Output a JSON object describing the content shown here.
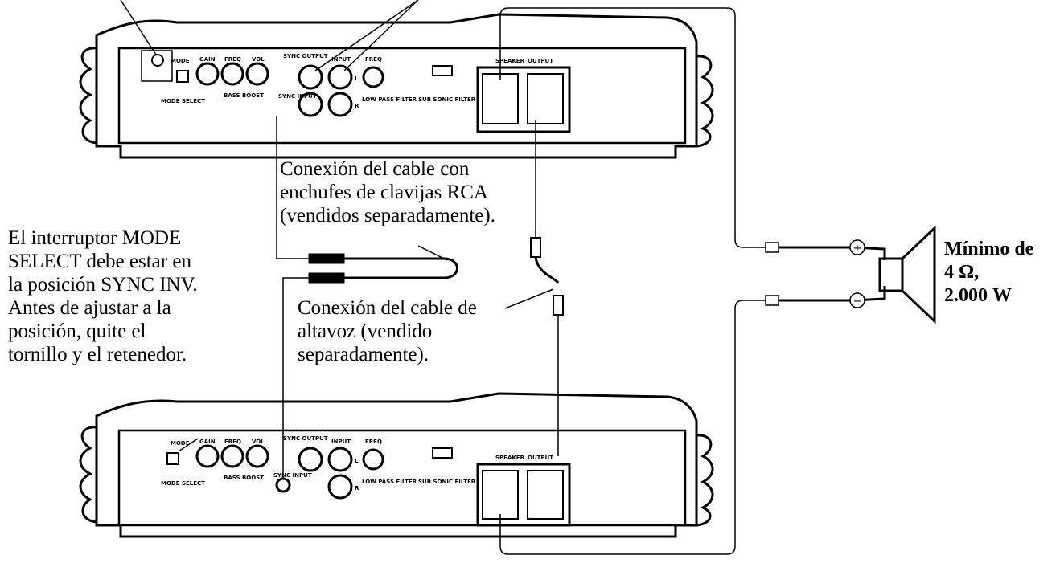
{
  "captions": {
    "rca": "Conexión del cable con\nenchufes de clavijas RCA\n(vendidos separadamente).",
    "mode_select": "El interruptor MODE\nSELECT debe estar en\nla posición SYNC INV.\nAntes de ajustar a la\nposición, quite el\ntornillo y el retenedor.",
    "speaker_cable": "Conexión del cable de\naltavoz (vendido\nseparadamente).",
    "speaker_spec": "Mínimo de\n4 Ω,\n2.000 W"
  },
  "panel_labels": {
    "mode": "MODE",
    "mode_select": "MODE SELECT",
    "gain": "GAIN",
    "freq": "FREQ",
    "vol": "VOL",
    "bass_boost": "BASS BOOST",
    "sync_output": "SYNC OUTPUT",
    "sync_input": "SYNC INPUT",
    "input": "INPUT",
    "low_pass_filter": "LOW PASS FILTER",
    "sub_sonic_filter": "SUB SONIC FILTER",
    "speaker": "SPEAKER",
    "output": "OUTPUT",
    "ch_l": "L",
    "ch_r": "R"
  },
  "terminals": {
    "plus": "+",
    "minus": "−"
  },
  "colors": {
    "line": "#000000",
    "background": "#ffffff"
  }
}
